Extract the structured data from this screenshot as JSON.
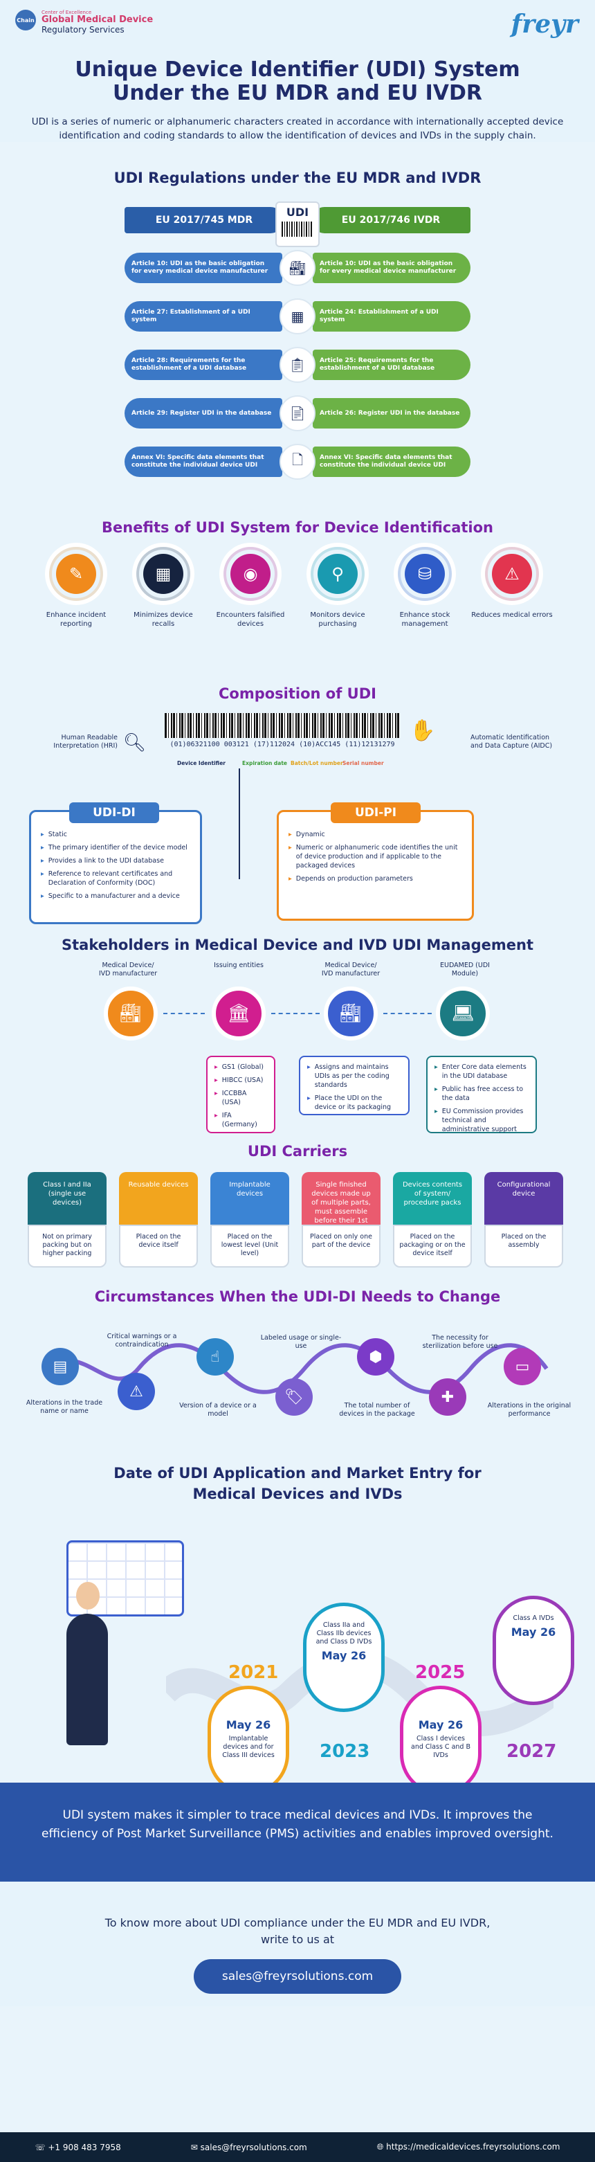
{
  "header": {
    "badge": "Chain",
    "coe": "Center of Excellence",
    "org_line1": "Global Medical Device",
    "org_line2": "Regulatory Services",
    "logo": "freyr",
    "title_line1": "Unique Device Identifier (UDI) System",
    "title_line2": "Under the EU MDR and EU IVDR",
    "intro": "UDI is a series of numeric or alphanumeric characters created in accordance with internationally accepted device identification and coding standards to allow the identification of devices and IVDs in the supply chain."
  },
  "regs": {
    "heading": "UDI Regulations under the EU MDR and IVDR",
    "mdr": "EU 2017/745 MDR",
    "ivdr": "EU 2017/746 IVDR",
    "udi": "UDI",
    "rows": [
      {
        "left": "Article 10: UDI as the basic obligation for every medical device manufacturer",
        "right": "Article 10: UDI as the basic obligation for every medical device manufacturer",
        "icon": "factory-icon"
      },
      {
        "left": "Article 27: Establishment of a UDI system",
        "right": "Article 24: Establishment of a UDI system",
        "icon": "qr-code-icon"
      },
      {
        "left": "Article 28: Requirements for the establishment of a UDI database",
        "right": "Article 25: Requirements for the establishment of a UDI database",
        "icon": "clipboard-icon"
      },
      {
        "left": "Article 29: Register UDI in the database",
        "right": "Article 26: Register UDI in the database",
        "icon": "document-icon"
      },
      {
        "left": "Annex VI: Specific data elements that constitute the individual device UDI",
        "right": "Annex VI: Specific data elements that constitute the individual device UDI",
        "icon": "page-icon"
      }
    ]
  },
  "benefits": {
    "heading": "Benefits of UDI System for Device Identification",
    "items": [
      {
        "label": "Enhance incident reporting",
        "color": "#f08a1c",
        "glyph": "✎"
      },
      {
        "label": "Minimizes device recalls",
        "color": "#16233f",
        "glyph": "▦"
      },
      {
        "label": "Encounters falsified devices",
        "color": "#c11e8a",
        "glyph": "◉"
      },
      {
        "label": "Monitors device purchasing",
        "color": "#1a9ab0",
        "glyph": "⚲"
      },
      {
        "label": "Enhance stock management",
        "color": "#2f5cc8",
        "glyph": "⛁"
      },
      {
        "label": "Reduces medical errors",
        "color": "#e2354f",
        "glyph": "⚠"
      }
    ]
  },
  "composition": {
    "heading": "Composition of UDI",
    "barcode_text": "(01)06321100 003121 (17)112024 (10)ACC145 (11)12131279",
    "hri": "Human Readable Interpretation (HRI)",
    "aidc": "Automatic Identification and Data Capture (AIDC)",
    "legend": [
      "Device Identifier",
      "Expiration date",
      "Batch/Lot number",
      "Serial number"
    ],
    "di_title": "UDI-DI",
    "di_items": [
      "Static",
      "The primary identifier of the device model",
      "Provides a link to the UDI database",
      "Reference to relevant certificates and Declaration of Conformity (DOC)",
      "Specific to a manufacturer and a device"
    ],
    "pi_title": "UDI-PI",
    "pi_items": [
      "Dynamic",
      "Numeric or alphanumeric code identifies the unit of device production and if applicable to the packaged devices",
      "Depends on production parameters"
    ]
  },
  "stakeholders": {
    "heading": "Stakeholders in Medical Device and IVD UDI Management",
    "labels": [
      "Medical Device/ IVD manufacturer",
      "Issuing entities",
      "Medical Device/ IVD manufacturer",
      "EUDAMED (UDI Module)"
    ],
    "issuers": [
      "GS1 (Global)",
      "HIBCC (USA)",
      "ICCBBA (USA)",
      "IFA (Germany)"
    ],
    "manufacturer_box": [
      "Assigns and maintains UDIs as per the coding standards",
      "Place the UDI on the device or its packaging"
    ],
    "eudamed_box": [
      "Enter Core data elements in the UDI database",
      "Public has free access to the data",
      "EU Commission provides technical and administrative support"
    ]
  },
  "carriers": {
    "heading": "UDI Carriers",
    "items": [
      {
        "top": "Class I and IIa (single use devices)",
        "bottom": "Not on primary packing but on higher packing",
        "color": "#1b6f7e"
      },
      {
        "top": "Reusable devices",
        "bottom": "Placed on the device itself",
        "color": "#f2a51e"
      },
      {
        "top": "Implantable devices",
        "bottom": "Placed on the lowest level (Unit level)",
        "color": "#3b84d4"
      },
      {
        "top": "Single finished devices made up of multiple parts, must assemble before their 1st use",
        "bottom": "Placed on only one part of the device",
        "color": "#ea5b6f"
      },
      {
        "top": "Devices contents of system/ procedure packs",
        "bottom": "Placed on the packaging or on the device itself",
        "color": "#1aa8a2"
      },
      {
        "top": "Configurational device",
        "bottom": "Placed on the assembly",
        "color": "#5a3aa5"
      }
    ]
  },
  "circumstances": {
    "heading": "Circumstances When the UDI-DI Needs to Change",
    "top_labels": [
      "Critical warnings or a contraindication",
      "Labeled usage or single-use",
      "The necessity for sterilization before use"
    ],
    "bottom_labels": [
      "Alterations in the trade name or name",
      "Version of a device or a model",
      "The total number of devices in the package",
      "Alterations in the original performance"
    ]
  },
  "dates": {
    "heading_line1": "Date of UDI Application and Market Entry for",
    "heading_line2": "Medical Devices and IVDs",
    "entries": [
      {
        "year": "2021",
        "date": "May 26",
        "text": "Implantable devices and for Class III devices",
        "color": "#f2a51e"
      },
      {
        "year": "2023",
        "date": "May 26",
        "text": "Class IIa and Class IIb devices and Class D IVDs",
        "color": "#1aa1c8"
      },
      {
        "year": "2025",
        "date": "May 26",
        "text": "Class I devices and Class C and B IVDs",
        "color": "#d92ab4"
      },
      {
        "year": "2027",
        "date": "May 26",
        "text": "Class A IVDs",
        "color": "#9a3ab8"
      }
    ]
  },
  "footer": {
    "statement": "UDI system makes it simpler to trace medical devices and IVDs. It improves the efficiency of Post Market Surveillance (PMS) activities and enables improved oversight.",
    "cta_line1": "To know more about UDI compliance under the EU MDR and EU IVDR,",
    "cta_line2": "write to us at",
    "cta_button": "sales@freyrsolutions.com",
    "phone": "+1 908 483 7958",
    "email": "sales@freyrsolutions.com",
    "website": "https://medicaldevices.freyrsolutions.com"
  }
}
